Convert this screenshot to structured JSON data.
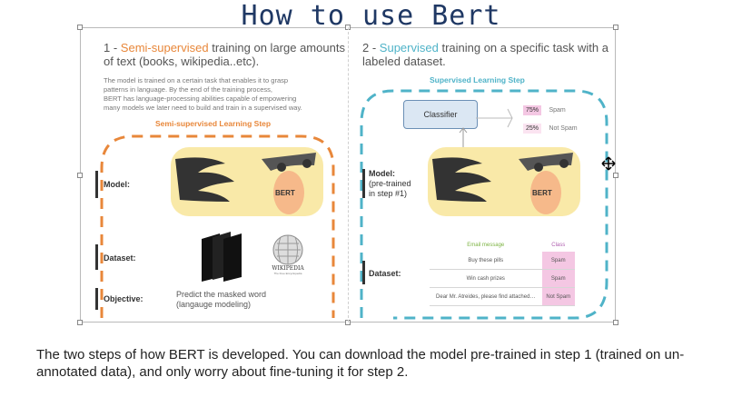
{
  "title": "How to use Bert",
  "left": {
    "heading_prefix": "1 - ",
    "heading_highlight": "Semi-supervised",
    "heading_rest": " training on large amounts",
    "heading_line2": "of text (books, wikipedia..etc).",
    "desc_lines": [
      "The model is trained on a certain task that enables it to grasp",
      "patterns in language. By the end of the training process,",
      "BERT has language-processing abilities capable of empowering",
      "many models we later need to build and train in a supervised way."
    ],
    "step_title": "Semi-supervised Learning Step",
    "model_label": "Model:",
    "bert_label": "BERT",
    "dataset_label": "Dataset:",
    "objective_label": "Objective:",
    "objective_line1": "Predict the masked word",
    "objective_line2": "(langauge modeling)",
    "wiki_name": "WIKIPEDIA",
    "wiki_tagline": "The Free Encyclopedia"
  },
  "right": {
    "heading_prefix": "2 - ",
    "heading_highlight": "Supervised",
    "heading_rest": " training on a specific task with a",
    "heading_line2": "labeled dataset.",
    "step_title": "Supervised Learning Step",
    "classifier_label": "Classifier",
    "outputs": [
      {
        "pct": "75%",
        "label": "Spam"
      },
      {
        "pct": "25%",
        "label": "Not Spam"
      }
    ],
    "model_label": "Model:",
    "model_sub1": "(pre-trained",
    "model_sub2": "in step #1)",
    "bert_label": "BERT",
    "dataset_label": "Dataset:",
    "table": {
      "headers": [
        "Email message",
        "Class"
      ],
      "rows": [
        [
          "Buy these pills",
          "Spam"
        ],
        [
          "Win cash prizes",
          "Spam"
        ],
        [
          "Dear Mr. Atreides, please find attached…",
          "Not Spam"
        ]
      ]
    }
  },
  "caption": "The two steps of how BERT is developed. You can download the model pre-trained in step 1 (trained on un-annotated data), and only worry about fine-tuning it for step 2.",
  "colors": {
    "orange": "#e8873a",
    "blue": "#4fb3c8",
    "title": "#1f3864",
    "bert_face": "#f9e9a8",
    "bert_nose": "#f6b98a",
    "class_cell": "#f4c7e3"
  }
}
